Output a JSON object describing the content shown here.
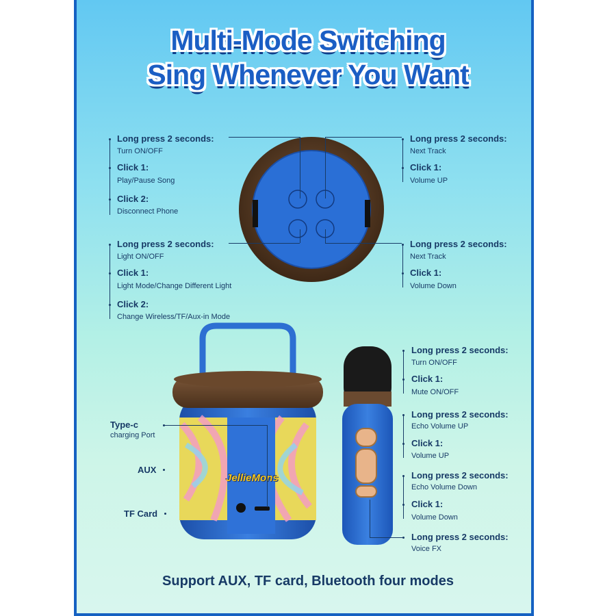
{
  "title": {
    "line1": "Multi-Mode Switching",
    "line2": "Sing Whenever You Want"
  },
  "top_left": [
    {
      "label": "Long press 2 seconds:",
      "desc": "Turn ON/OFF"
    },
    {
      "label": "Click 1:",
      "desc": "Play/Pause Song"
    },
    {
      "label": "Click 2:",
      "desc": "Disconnect Phone"
    }
  ],
  "top_right": [
    {
      "label": "Long press 2 seconds:",
      "desc": "Next Track"
    },
    {
      "label": "Click 1:",
      "desc": "Volume UP"
    }
  ],
  "mid_left": [
    {
      "label": "Long press 2 seconds:",
      "desc": "Light ON/OFF"
    },
    {
      "label": "Click 1:",
      "desc": "Light Mode/Change Different Light"
    },
    {
      "label": "Click 2:",
      "desc": "Change Wireless/TF/Aux-in Mode"
    }
  ],
  "mid_right": [
    {
      "label": "Long press 2 seconds:",
      "desc": "Next Track"
    },
    {
      "label": "Click 1:",
      "desc": "Volume Down"
    }
  ],
  "mic": [
    {
      "label": "Long press 2 seconds:",
      "desc": "Turn ON/OFF"
    },
    {
      "label": "Click 1:",
      "desc": "Mute ON/OFF"
    },
    {
      "label": "Long press 2 seconds:",
      "desc": "Echo Volume UP"
    },
    {
      "label": "Click 1:",
      "desc": "Volume UP"
    },
    {
      "label": "Long press 2 seconds:",
      "desc": "Echo Volume Down"
    },
    {
      "label": "Click 1:",
      "desc": "Volume Down"
    },
    {
      "label": "Long press 2 seconds:",
      "desc": "Voice FX"
    }
  ],
  "ports": {
    "typec_label": "Type-c",
    "typec_desc": "charging Port",
    "aux": "AUX",
    "tf": "TF Card"
  },
  "brand": "JellieMons",
  "bottom_text": "Support AUX, TF card, Bluetooth four modes",
  "colors": {
    "frame": "#1561c2",
    "title": "#1b5ec4",
    "text": "#173a66",
    "speaker_blue": "#2f6fd1",
    "cap_brown": "#5a3b24"
  }
}
